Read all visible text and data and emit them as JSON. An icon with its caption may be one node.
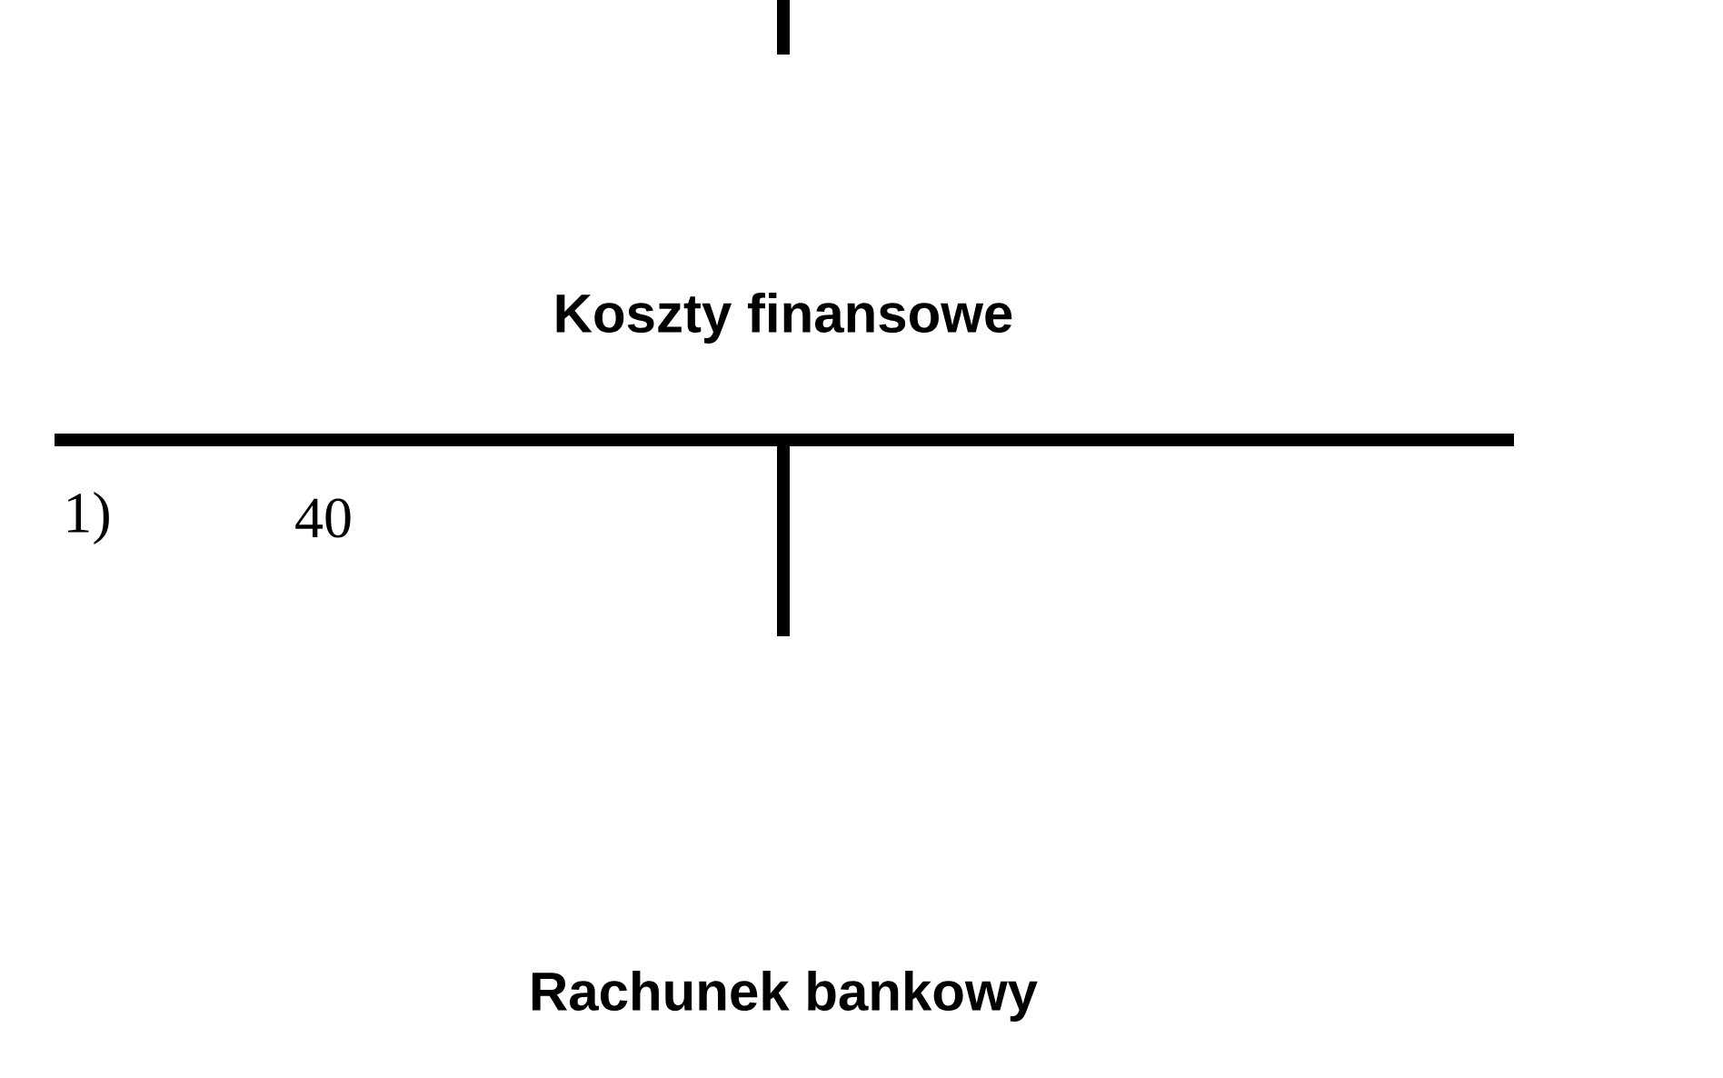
{
  "diagram": {
    "labels": [
      "Koszty finansowe",
      "1)",
      "40",
      "Rachunek bankowy"
    ]
  }
}
